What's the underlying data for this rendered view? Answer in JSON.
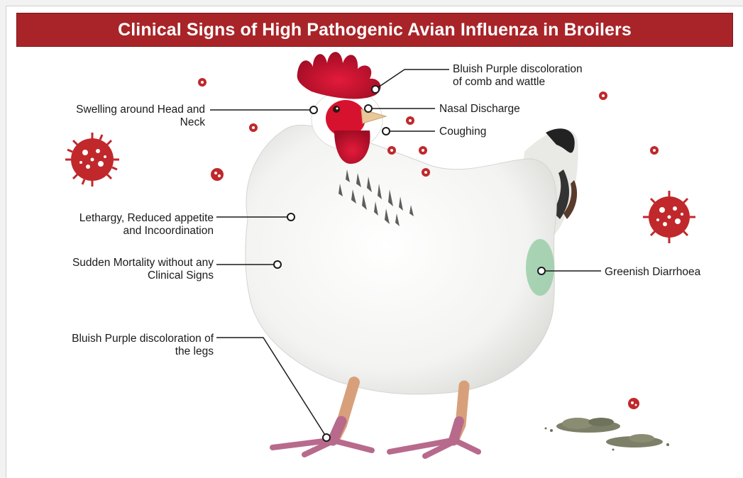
{
  "title": "Clinical Signs of High Pathogenic Avian Influenza in Broilers",
  "labels": {
    "comb": [
      "Bluish Purple discoloration",
      "of comb and wattle"
    ],
    "nasal": [
      "Nasal Discharge"
    ],
    "coughing": [
      "Coughing"
    ],
    "swelling": [
      "Swelling around Head and",
      "Neck"
    ],
    "lethargy": [
      "Lethargy, Reduced appetite",
      "and Incoordination"
    ],
    "mortality": [
      "Sudden Mortality without any",
      "Clinical Signs"
    ],
    "diarrhoea": [
      "Greenish Diarrhoea"
    ],
    "legs": [
      "Bluish Purple discoloration of",
      "the legs"
    ]
  },
  "colors": {
    "title_bg": "#a82428",
    "virus": "#c0282c",
    "comb": "#c8132f",
    "legs": "#b86a8c",
    "droppings": "#7d8068",
    "diarrhoea_stain": "#8fc9a0"
  },
  "icons": [
    "virus-icon",
    "chicken-illustration",
    "droppings-icon"
  ]
}
